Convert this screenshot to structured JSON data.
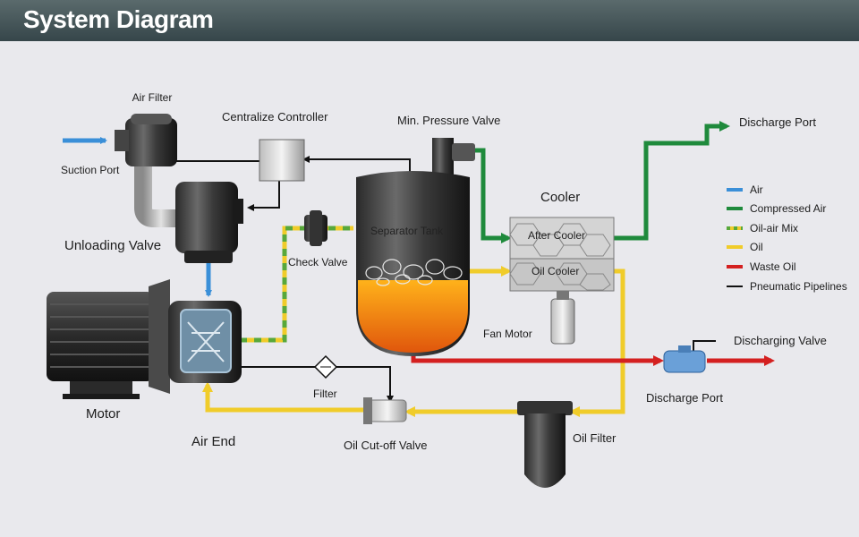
{
  "header": {
    "title": "System Diagram"
  },
  "labels": {
    "air_filter": "Air Filter",
    "suction_port": "Suction Port",
    "centralize_controller": "Centralize Controller",
    "min_pressure_valve": "Min. Pressure Valve",
    "discharge_port_top": "Discharge Port",
    "cooler": "Cooler",
    "unloading_valve": "Unloading Valve",
    "check_valve": "Check Valve",
    "separator_tank": "Separator Tank",
    "after_cooler": "After Cooler",
    "oil_cooler": "Oil Cooler",
    "fan_motor": "Fan Motor",
    "motor": "Motor",
    "filter": "Filter",
    "discharging_valve": "Discharging Valve",
    "discharge_port_bottom": "Discharge Port",
    "air_end": "Air End",
    "oil_cutoff_valve": "Oil Cut-off Valve",
    "oil_filter": "Oil Filter"
  },
  "legend": [
    {
      "label": "Air",
      "color": "#3a8fd8"
    },
    {
      "label": "Compressed Air",
      "color": "#1f8a3c"
    },
    {
      "label": "Oil-air Mix",
      "color": "#b8cc3a"
    },
    {
      "label": "Oil",
      "color": "#f0cc2a"
    },
    {
      "label": "Waste Oil",
      "color": "#d42020"
    },
    {
      "label": "Pneumatic Pipelines",
      "color": "#111111"
    }
  ]
}
